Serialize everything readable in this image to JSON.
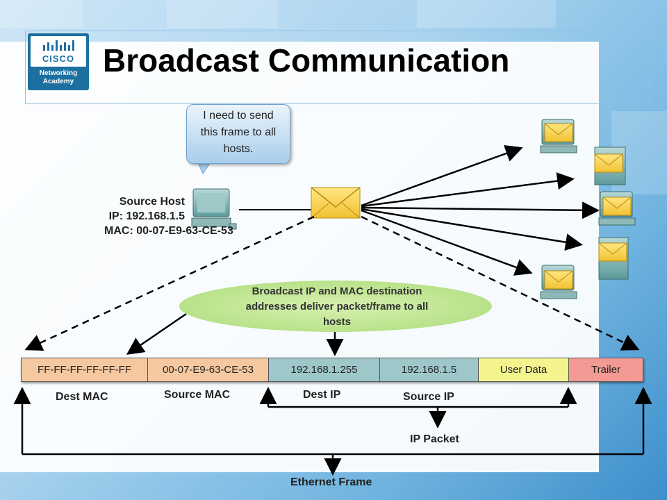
{
  "title": "Broadcast Communication",
  "logo": {
    "brand": "CISCO",
    "sub_line1": "Networking",
    "sub_line2": "Academy"
  },
  "bubble": {
    "line1": "I need to send",
    "line2": "this frame to all",
    "line3": "hosts."
  },
  "source_host": {
    "label": "Source Host",
    "ip": "IP: 192.168.1.5",
    "mac": "MAC: 00-07-E9-63-CE-53"
  },
  "note": {
    "line1": "Broadcast IP and MAC destination",
    "line2": "addresses deliver packet/frame to all",
    "line3": "hosts"
  },
  "frame_fields": [
    {
      "text": "FF-FF-FF-FF-FF-FF",
      "color": "#f6c8a0"
    },
    {
      "text": "00-07-E9-63-CE-53",
      "color": "#f6c8a0"
    },
    {
      "text": "192.168.1.255",
      "color": "#9ec7c9"
    },
    {
      "text": "192.168.1.5",
      "color": "#9ec7c9"
    },
    {
      "text": "User Data",
      "color": "#f3f48e"
    },
    {
      "text": "Trailer",
      "color": "#f49a94"
    }
  ],
  "field_labels": {
    "dest_mac": "Dest MAC",
    "source_mac": "Source MAC",
    "dest_ip": "Dest IP",
    "source_ip": "Source IP",
    "ip_packet": "IP Packet",
    "ethernet_frame": "Ethernet Frame"
  },
  "icons": [
    "envelope-icon",
    "computer-icon",
    "server-icon"
  ]
}
